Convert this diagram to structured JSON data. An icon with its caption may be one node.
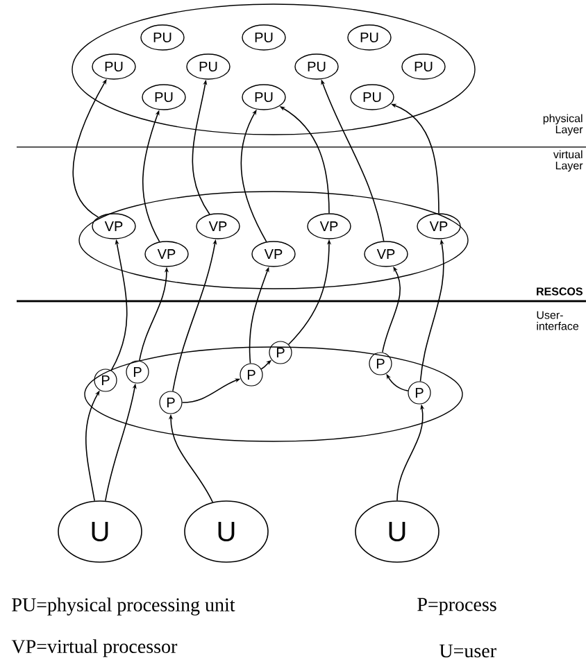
{
  "diagram": {
    "nodes": [
      {
        "text": [],
        "shape": "ellipse"
      },
      {
        "text": [
          "PU"
        ],
        "in": 0
      },
      {
        "text": [
          "PU"
        ],
        "in": 0
      },
      {
        "text": [
          "PU"
        ],
        "in": 0
      },
      {
        "text": [
          "PU"
        ],
        "in": 0
      },
      {
        "text": [
          "PU"
        ],
        "in": 0
      },
      {
        "text": [
          "PU"
        ],
        "in": 0
      },
      {
        "text": [
          "PU"
        ],
        "in": 0
      },
      {
        "text": [
          "PU"
        ],
        "in": 0
      },
      {
        "text": [
          "PU"
        ],
        "in": 0
      },
      {
        "text": [
          "PU"
        ],
        "in": 0
      },
      {
        "text": [],
        "shape": "ellipse"
      },
      {
        "text": [
          "VP"
        ],
        "in": 11
      },
      {
        "text": [
          "VP"
        ],
        "in": 11
      },
      {
        "text": [
          "VP"
        ],
        "in": 11
      },
      {
        "text": [
          "VP"
        ],
        "in": 11
      },
      {
        "text": [
          "VP"
        ],
        "in": 11
      },
      {
        "text": [
          "VP"
        ],
        "in": 11
      },
      {
        "text": [
          "VP"
        ],
        "in": 11
      },
      {
        "text": [],
        "shape": "ellipse"
      },
      {
        "text": [
          "P"
        ],
        "in": 19
      },
      {
        "text": [
          "P"
        ],
        "in": 19
      },
      {
        "text": [
          "P"
        ],
        "in": 19
      },
      {
        "text": [
          "P"
        ],
        "in": 19
      },
      {
        "text": [
          "P"
        ],
        "in": 19
      },
      {
        "text": [
          "P"
        ],
        "in": 19
      },
      {
        "text": [
          "P"
        ],
        "in": 19
      },
      {
        "text": [
          "U"
        ]
      },
      {
        "text": [
          "U"
        ]
      },
      {
        "text": [
          "U"
        ]
      }
    ],
    "edges": [
      {
        "from": 27,
        "to": 20,
        "arrow": "to"
      },
      {
        "from": 27,
        "to": 21,
        "arrow": "to"
      },
      {
        "from": 28,
        "to": 22,
        "arrow": "to"
      },
      {
        "from": 29,
        "to": 26,
        "arrow": "to"
      },
      {
        "from": 22,
        "to": 23,
        "arrow": "to"
      },
      {
        "from": 23,
        "to": 24,
        "arrow": "to"
      },
      {
        "from": 26,
        "to": 25,
        "arrow": "to"
      },
      {
        "from": 20,
        "to": 12,
        "arrow": "to"
      },
      {
        "from": 21,
        "to": 16,
        "arrow": "to"
      },
      {
        "from": 22,
        "to": 13,
        "arrow": "to"
      },
      {
        "from": 23,
        "to": 17,
        "arrow": "to"
      },
      {
        "from": 24,
        "to": 14,
        "arrow": "to"
      },
      {
        "from": 25,
        "to": 18,
        "arrow": "to"
      },
      {
        "from": 26,
        "to": 15,
        "arrow": "to"
      },
      {
        "from": 12,
        "to": 4,
        "arrow": "to"
      },
      {
        "from": 16,
        "to": 8,
        "arrow": "to"
      },
      {
        "from": 13,
        "to": 5,
        "arrow": "to"
      },
      {
        "from": 17,
        "to": 9,
        "arrow": "to"
      },
      {
        "from": 14,
        "to": 9,
        "arrow": "to"
      },
      {
        "from": 18,
        "to": 6,
        "arrow": "to"
      },
      {
        "from": 15,
        "to": 10,
        "arrow": "to"
      }
    ],
    "labels": [
      "physical Layer",
      "virtual Layer",
      "RESCOS",
      "User-interface",
      "PU=physical processing unit",
      "P=process",
      "VP=virtual processor",
      "U=user"
    ]
  }
}
